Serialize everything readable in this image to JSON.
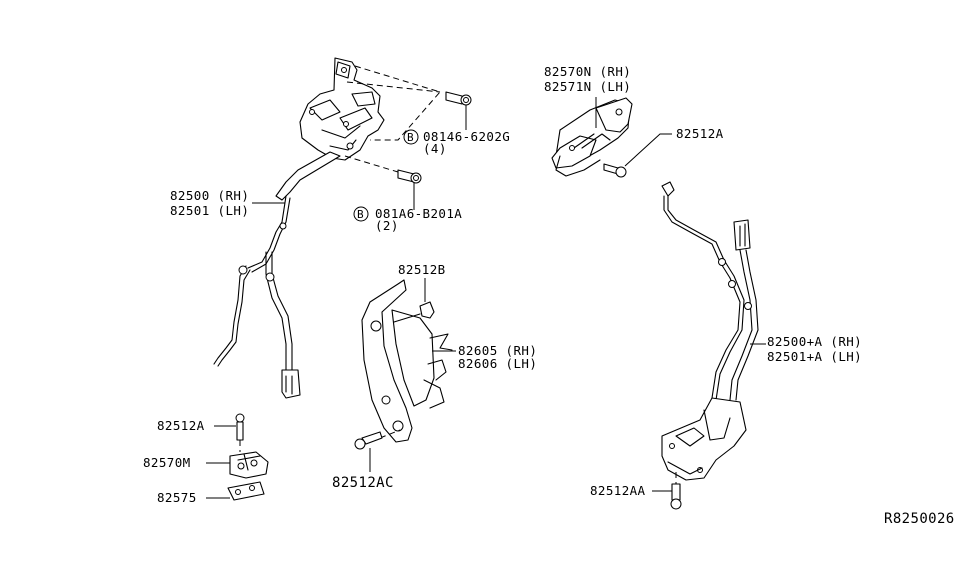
{
  "diagram": {
    "type": "parts-exploded-view",
    "reference_code": "R8250026",
    "callouts": {
      "harness_front_rh": "82500 (RH)",
      "harness_front_lh": "82501 (LH)",
      "bolt_top_prefix": "B",
      "bolt_top_part": "08146-6202G",
      "bolt_top_qty": "(4)",
      "bolt_mid_prefix": "B",
      "bolt_mid_part": "081A6-B201A",
      "bolt_mid_qty": "(2)",
      "handle_rh": "82570N (RH)",
      "handle_lh": "82571N (LH)",
      "screw_handle": "82512A",
      "clip": "82512B",
      "bracket_rh": "82605 (RH)",
      "bracket_lh": "82606 (LH)",
      "screw_bracket": "82512AC",
      "harness_rear_rh": "82500+A (RH)",
      "harness_rear_lh": "82501+A (LH)",
      "screw_lock": "82512AA",
      "screw_striker": "82512A",
      "striker": "82570M",
      "shim": "82575"
    }
  }
}
